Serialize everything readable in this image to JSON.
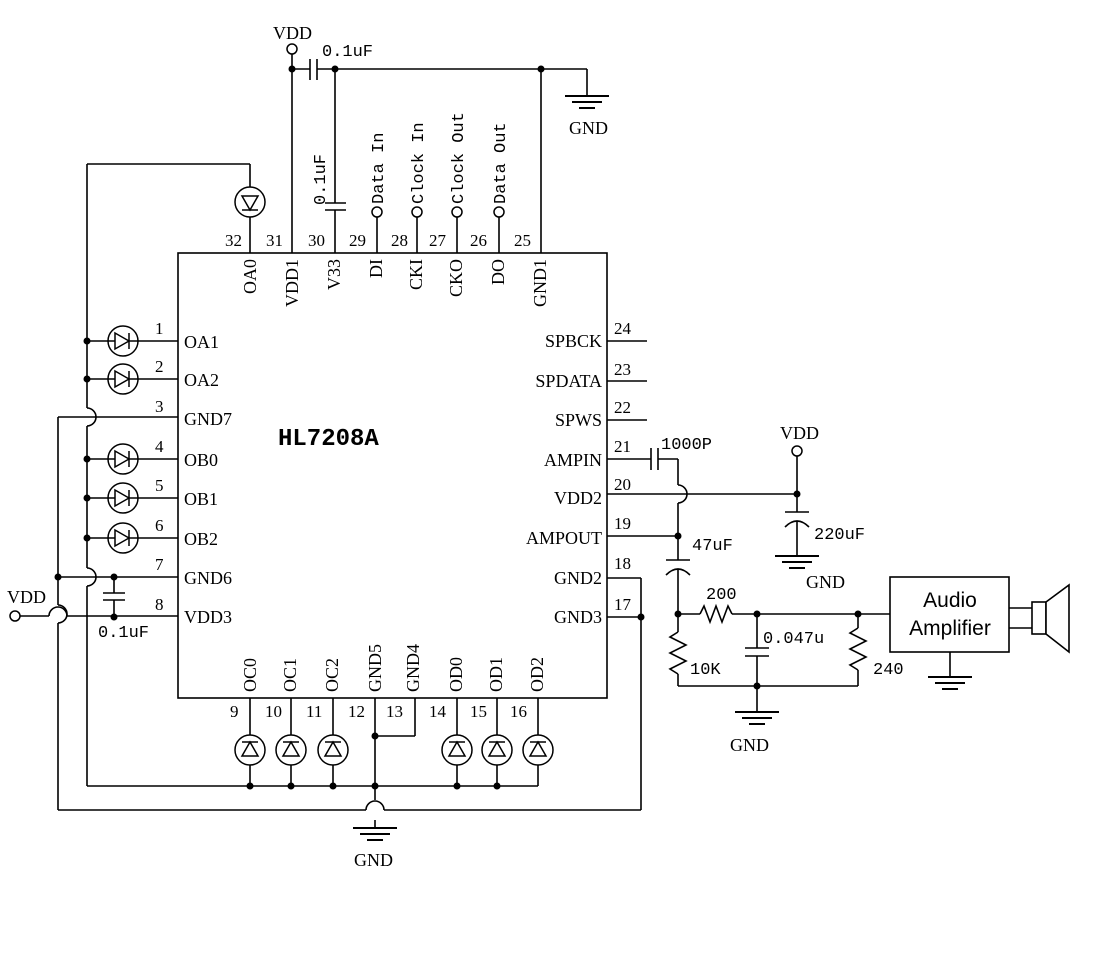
{
  "chip": {
    "name": "HL7208A",
    "pins": [
      {
        "num": "1",
        "label": "OA1"
      },
      {
        "num": "2",
        "label": "OA2"
      },
      {
        "num": "3",
        "label": "GND7"
      },
      {
        "num": "4",
        "label": "OB0"
      },
      {
        "num": "5",
        "label": "OB1"
      },
      {
        "num": "6",
        "label": "OB2"
      },
      {
        "num": "7",
        "label": "GND6"
      },
      {
        "num": "8",
        "label": "VDD3"
      },
      {
        "num": "9",
        "label": "OC0"
      },
      {
        "num": "10",
        "label": "OC1"
      },
      {
        "num": "11",
        "label": "OC2"
      },
      {
        "num": "12",
        "label": "GND5"
      },
      {
        "num": "13",
        "label": "GND4"
      },
      {
        "num": "14",
        "label": "OD0"
      },
      {
        "num": "15",
        "label": "OD1"
      },
      {
        "num": "16",
        "label": "OD2"
      },
      {
        "num": "17",
        "label": "GND3"
      },
      {
        "num": "18",
        "label": "GND2"
      },
      {
        "num": "19",
        "label": "AMPOUT"
      },
      {
        "num": "20",
        "label": "VDD2"
      },
      {
        "num": "21",
        "label": "AMPIN"
      },
      {
        "num": "22",
        "label": "SPWS"
      },
      {
        "num": "23",
        "label": "SPDATA"
      },
      {
        "num": "24",
        "label": "SPBCK"
      },
      {
        "num": "25",
        "label": "GND1"
      },
      {
        "num": "26",
        "label": "DO"
      },
      {
        "num": "27",
        "label": "CKO"
      },
      {
        "num": "28",
        "label": "CKI"
      },
      {
        "num": "29",
        "label": "DI"
      },
      {
        "num": "30",
        "label": "V33"
      },
      {
        "num": "31",
        "label": "VDD1"
      },
      {
        "num": "32",
        "label": "OA0"
      }
    ]
  },
  "signals": {
    "data_in": "Data In",
    "clock_in": "Clock In",
    "clock_out": "Clock Out",
    "data_out": "Data Out"
  },
  "power": {
    "vdd": "VDD",
    "gnd": "GND"
  },
  "components": {
    "cap_top_horizontal": "0.1uF",
    "cap_top_vertical": "0.1uF",
    "cap_left": "0.1uF",
    "cap_ampin": "1000P",
    "cap_ampout": "47uF",
    "cap_vdd2": "220uF",
    "cap_filter": "0.047u",
    "res_series": "200",
    "res_shunt": "10K",
    "res_load": "240"
  },
  "amplifier": {
    "line1": "Audio",
    "line2": "Amplifier"
  }
}
